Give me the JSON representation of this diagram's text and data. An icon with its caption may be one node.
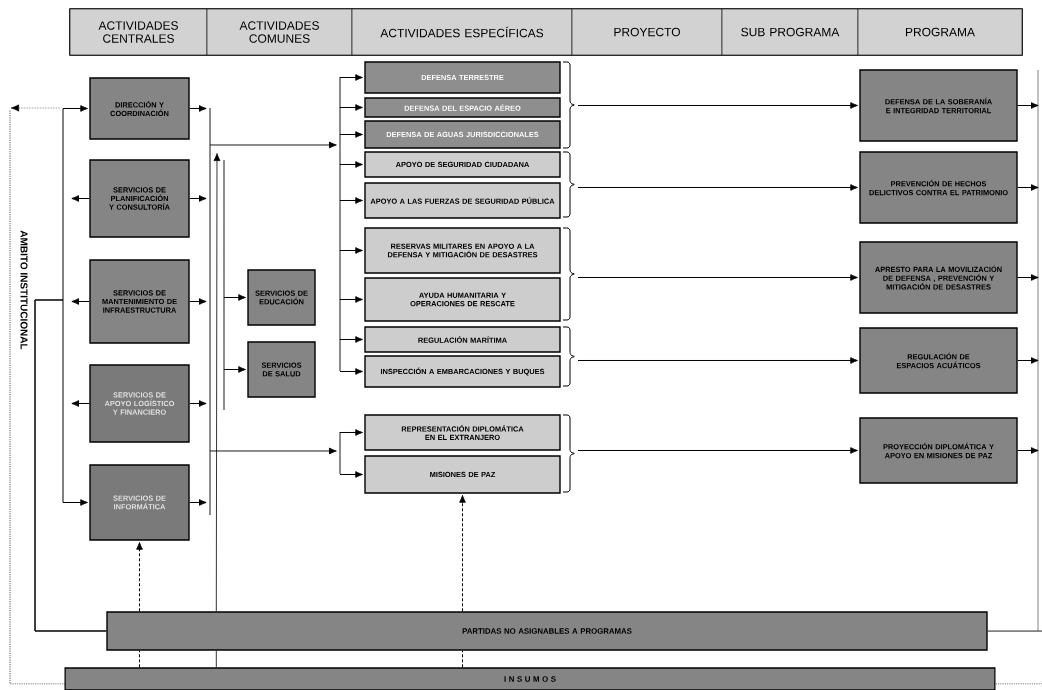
{
  "diagram": {
    "nodes": [
      {
        "text": [
          "ACTIVIDADES CENTRALES"
        ]
      },
      {
        "text": [
          "ACTIVIDADES COMUNES"
        ]
      },
      {
        "text": [
          "ACTIVIDADES ESPECÍFICAS"
        ]
      },
      {
        "text": [
          "PROYECTO"
        ]
      },
      {
        "text": [
          "SUB PROGRAMA"
        ]
      },
      {
        "text": [
          "PROGRAMA"
        ]
      },
      {
        "text": [
          "DIRECCIÓN Y COORDINACIÓN"
        ]
      },
      {
        "text": [
          "SERVICIOS DE PLANIFICACIÓN Y CONSULTORÍA"
        ]
      },
      {
        "text": [
          "SERVICIOS DE MANTENIMIENTO DE INFRAESTRUCTURA"
        ]
      },
      {
        "text": [
          "SERVICIOS DE APOYO LOGÍSTICO Y FINANCIERO"
        ]
      },
      {
        "text": [
          "SERVICIOS DE INFORMÁTICA"
        ]
      },
      {
        "text": [
          "SERVICIOS DE EDUCACIÓN"
        ]
      },
      {
        "text": [
          "SERVICIOS DE SALUD"
        ]
      },
      {
        "text": [
          "DEFENSA TERRESTRE"
        ]
      },
      {
        "text": [
          "DEFENSA DEL ESPACIO AÉREO"
        ]
      },
      {
        "text": [
          "DEFENSA DE AGUAS JURISDICCIONALES"
        ]
      },
      {
        "text": [
          "APOYO DE SEGURIDAD CIUDADANA"
        ]
      },
      {
        "text": [
          "APOYO A LAS FUERZAS DE SEGURIDAD PÚBLICA"
        ]
      },
      {
        "text": [
          "RESERVAS MILITARES EN APOYO A LA DEFENSA Y MITIGACIÓN DE DESASTRES"
        ]
      },
      {
        "text": [
          "AYUDA HUMANITARIA Y OPERACIONES DE RESCATE"
        ]
      },
      {
        "text": [
          "REGULACIÓN MARÍTIMA"
        ]
      },
      {
        "text": [
          "INSPECCIÓN A EMBARCACIONES Y BUQUES"
        ]
      },
      {
        "text": [
          "REPRESENTACIÓN DIPLOMÁTICA EN EL EXTRANJERO"
        ]
      },
      {
        "text": [
          "MISIONES DE PAZ"
        ]
      },
      {
        "text": [
          "DEFENSA DE LA SOBERANÍA E INTEGRIDAD TERRITORIAL"
        ]
      },
      {
        "text": [
          "PREVENCIÓN DE HECHOS DELICTIVOS CONTRA EL PATRIMONIO"
        ]
      },
      {
        "text": [
          "APRESTO PARA LA MOVILIZACIÓN DE DEFENSA , PREVENCIÓN Y MITIGACIÓN DE DESASTRES"
        ]
      },
      {
        "text": [
          "REGULACIÓN DE ESPACIOS ACUÁTICOS"
        ]
      },
      {
        "text": [
          "PROYECCIÓN DIPLOMÁTICA Y APOYO EN MISIONES DE PAZ"
        ]
      },
      {
        "text": [
          "PARTIDAS NO ASIGNABLES A PROGRAMAS"
        ]
      },
      {
        "text": [
          "I N S U M O S"
        ]
      }
    ],
    "edges": [
      {
        "from": 6,
        "to": null,
        "arrow": "to"
      },
      {
        "from": 7,
        "to": null,
        "arrow": "to"
      },
      {
        "from": 8,
        "to": null,
        "arrow": "to"
      },
      {
        "from": 9,
        "to": null,
        "arrow": "to"
      },
      {
        "from": 10,
        "to": null,
        "arrow": "to"
      },
      {
        "from": 7,
        "to": null,
        "arrow": "to"
      },
      {
        "from": 8,
        "to": null,
        "arrow": "to"
      },
      {
        "from": 9,
        "to": null,
        "arrow": "to"
      },
      {
        "from": 29,
        "to": 6,
        "arrow": "to"
      },
      {
        "from": 29,
        "to": 10,
        "arrow": "to"
      },
      {
        "from": null,
        "to": 13,
        "arrow": "to"
      },
      {
        "from": null,
        "to": 14,
        "arrow": "to"
      },
      {
        "from": null,
        "to": 15,
        "arrow": "to"
      },
      {
        "from": null,
        "to": 16,
        "arrow": "to"
      },
      {
        "from": null,
        "to": 17,
        "arrow": "to"
      },
      {
        "from": null,
        "to": 18,
        "arrow": "to"
      },
      {
        "from": null,
        "to": 19,
        "arrow": "to"
      },
      {
        "from": null,
        "to": 20,
        "arrow": "to"
      },
      {
        "from": null,
        "to": 21,
        "arrow": "to"
      },
      {
        "from": null,
        "to": 22,
        "arrow": "to"
      },
      {
        "from": null,
        "to": 23,
        "arrow": "to"
      },
      {
        "from": null,
        "to": 11,
        "arrow": "to"
      },
      {
        "from": null,
        "to": 12,
        "arrow": "to"
      },
      {
        "from": 30,
        "to": 29,
        "arrow": "none"
      },
      {
        "from": 29,
        "to": null,
        "arrow": "to"
      },
      {
        "from": 30,
        "to": 29,
        "arrow": "none",
        "style": "dashed"
      },
      {
        "from": 30,
        "to": 29,
        "arrow": "none",
        "style": "dashed"
      },
      {
        "from": 29,
        "to": 10,
        "arrow": "to",
        "style": "dashed"
      },
      {
        "from": 29,
        "to": 23,
        "arrow": "to",
        "style": "dashed"
      },
      {
        "from": null,
        "to": 24,
        "arrow": "to"
      },
      {
        "from": null,
        "to": 25,
        "arrow": "to"
      },
      {
        "from": null,
        "to": 26,
        "arrow": "to"
      },
      {
        "from": null,
        "to": 27,
        "arrow": "to"
      },
      {
        "from": null,
        "to": 28,
        "arrow": "to"
      },
      {
        "from": 24,
        "to": null,
        "arrow": "to"
      },
      {
        "from": 25,
        "to": null,
        "arrow": "to"
      },
      {
        "from": 26,
        "to": null,
        "arrow": "to"
      },
      {
        "from": 27,
        "to": null,
        "arrow": "to"
      },
      {
        "from": 28,
        "to": null,
        "arrow": "to"
      },
      {
        "from": 29,
        "to": null,
        "arrow": "none"
      }
    ],
    "labels": [
      "AMBITO INSTITUCIONAL"
    ]
  }
}
